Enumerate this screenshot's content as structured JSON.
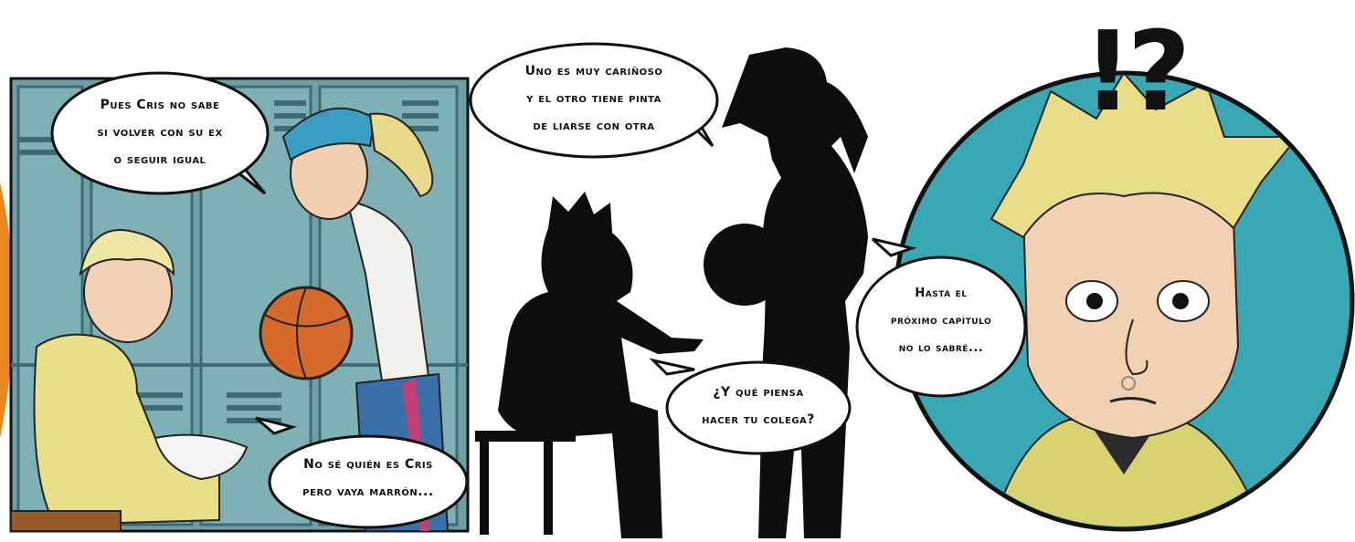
{
  "panel1": {
    "bubble_top": [
      "Pues Cris no sabe",
      "si volver con su ex",
      "o seguir igual"
    ],
    "bubble_bottom": [
      "No sé quién es Cris",
      "pero vaya marrón..."
    ]
  },
  "panel2": {
    "bubble_top": [
      "Uno es muy cariñoso",
      "y el otro tiene pinta",
      "de liarse con otra"
    ],
    "bubble_bottom": [
      "¿Y qué piensa",
      "hacer tu colega?"
    ]
  },
  "panel3": {
    "exclamation": "!?",
    "bubble": [
      "Hasta el",
      "próximo capítulo",
      "no lo sabré..."
    ]
  },
  "colors": {
    "locker": "#6f9fa6",
    "circle_bg": "#3aa8b4",
    "orange_edge": "#e8871e",
    "silhouette": "#0d0d0d"
  }
}
